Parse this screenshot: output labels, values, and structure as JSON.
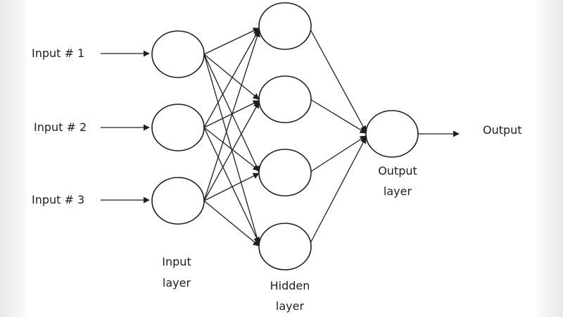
{
  "diagram": {
    "inputs": [
      "Input # 1",
      "Input # 2",
      "Input # 3"
    ],
    "input_layer_label": [
      "Input",
      "layer"
    ],
    "hidden_layer_label": [
      "Hidden",
      "layer"
    ],
    "output_layer_label": [
      "Output",
      "layer"
    ],
    "output_label": "Output",
    "line_color": "#1e1e1e",
    "background": "#ffffff"
  }
}
